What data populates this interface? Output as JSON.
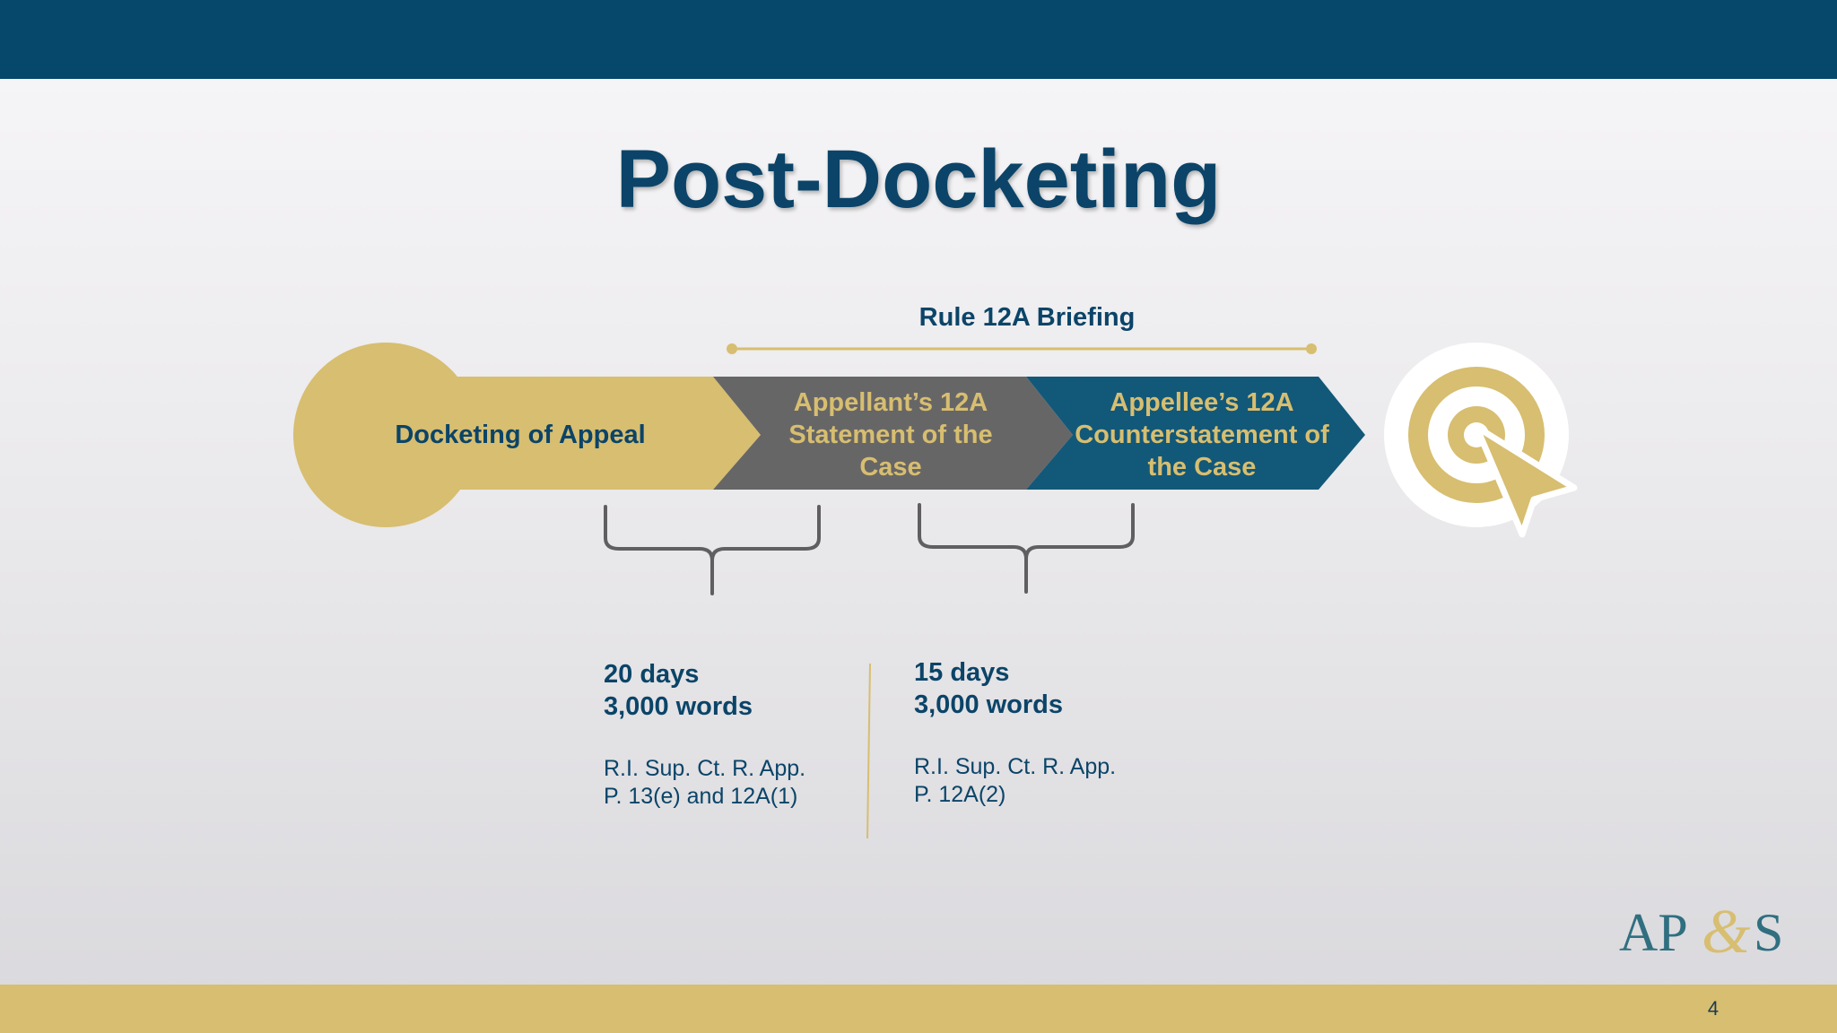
{
  "slide": {
    "title": "Post-Docketing",
    "page_number": "4"
  },
  "briefing": {
    "label": "Rule 12A Briefing"
  },
  "stages": [
    {
      "label": "Docketing of Appeal"
    },
    {
      "label": "Appellant’s 12A Statement of the Case"
    },
    {
      "label": "Appellee’s 12A Counterstatement of the Case"
    }
  ],
  "deadlines": [
    {
      "days": "20 days",
      "words": "3,000 words",
      "cite_line1": "R.I. Sup. Ct. R. App.",
      "cite_line2": "P. 13(e) and 12A(1)"
    },
    {
      "days": "15 days",
      "words": "3,000 words",
      "cite_line1": "R.I. Sup. Ct. R. App.",
      "cite_line2": "P. 12A(2)"
    }
  ],
  "icons": {
    "goal": "target-with-cursor-icon"
  },
  "logo": {
    "text": "AP&S"
  },
  "colors": {
    "navy": "#06476c",
    "gold": "#d7be70",
    "gray": "#676667",
    "teal": "#125879"
  }
}
